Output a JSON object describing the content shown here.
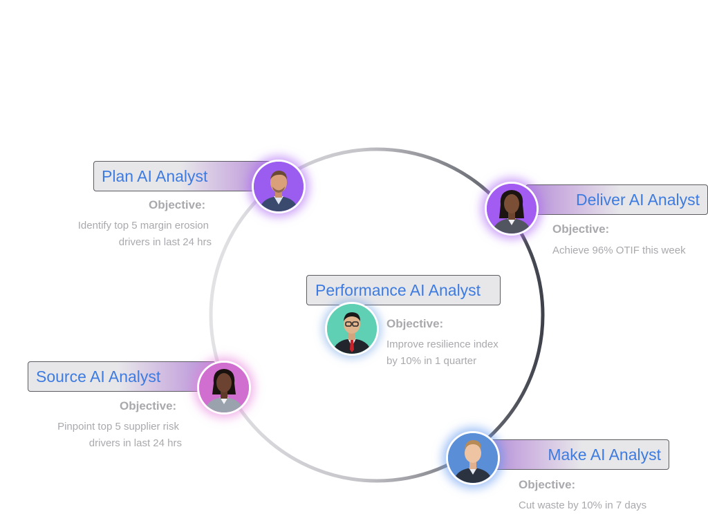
{
  "agents": {
    "plan": {
      "name": "Plan AI Analyst",
      "objective_title": "Objective:",
      "objective_line1": "Identify top 5 margin erosion",
      "objective_line2": "drivers in last 24 hrs",
      "avatar_color": "#9b5cf0"
    },
    "deliver": {
      "name": "Deliver AI Analyst",
      "objective_title": "Objective:",
      "objective_line1": "Achieve 96% OTIF this week",
      "avatar_color": "#a35cf2"
    },
    "performance": {
      "name": "Performance AI Analyst",
      "objective_title": "Objective:",
      "objective_line1": "Improve resilience index",
      "objective_line2": "by 10% in 1 quarter",
      "avatar_color": "#5fd0b4"
    },
    "source": {
      "name": "Source AI Analyst",
      "objective_title": "Objective:",
      "objective_line1": "Pinpoint top 5 supplier risk",
      "objective_line2": "drivers in last 24 hrs",
      "avatar_color": "#d06fd0"
    },
    "make": {
      "name": "Make AI Analyst",
      "objective_title": "Objective:",
      "objective_line1": "Cut waste by 10% in 7 days",
      "avatar_color": "#5a8fd8"
    }
  },
  "colors": {
    "label_text": "#3d7be0",
    "objective_text": "#a9a9ad",
    "ring_light": "#dedee2",
    "ring_dark": "#3c3f48"
  }
}
